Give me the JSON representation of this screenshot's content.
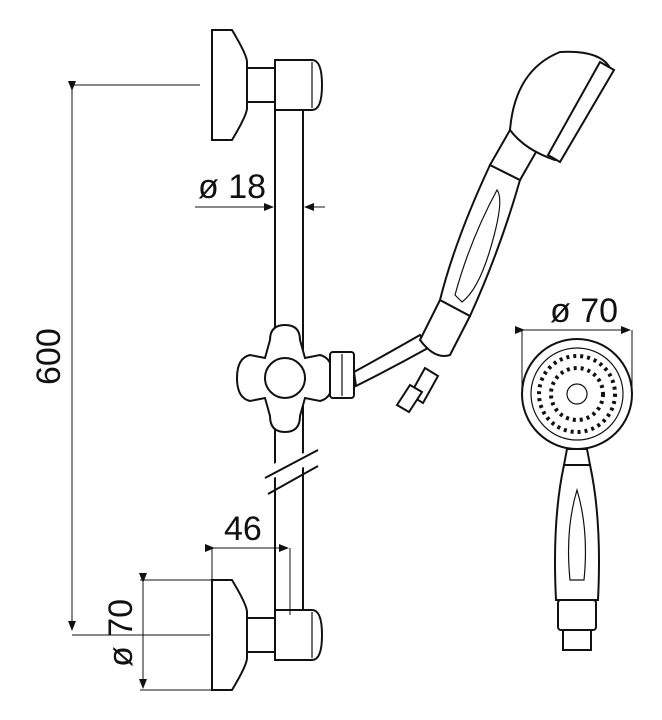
{
  "dimensions": {
    "bar_diameter": "ø 18",
    "total_height": "600",
    "wall_offset": "46",
    "flange_diameter": "ø 70",
    "head_diameter": "ø 70"
  },
  "colors": {
    "line": "#111111",
    "background": "#ffffff"
  }
}
